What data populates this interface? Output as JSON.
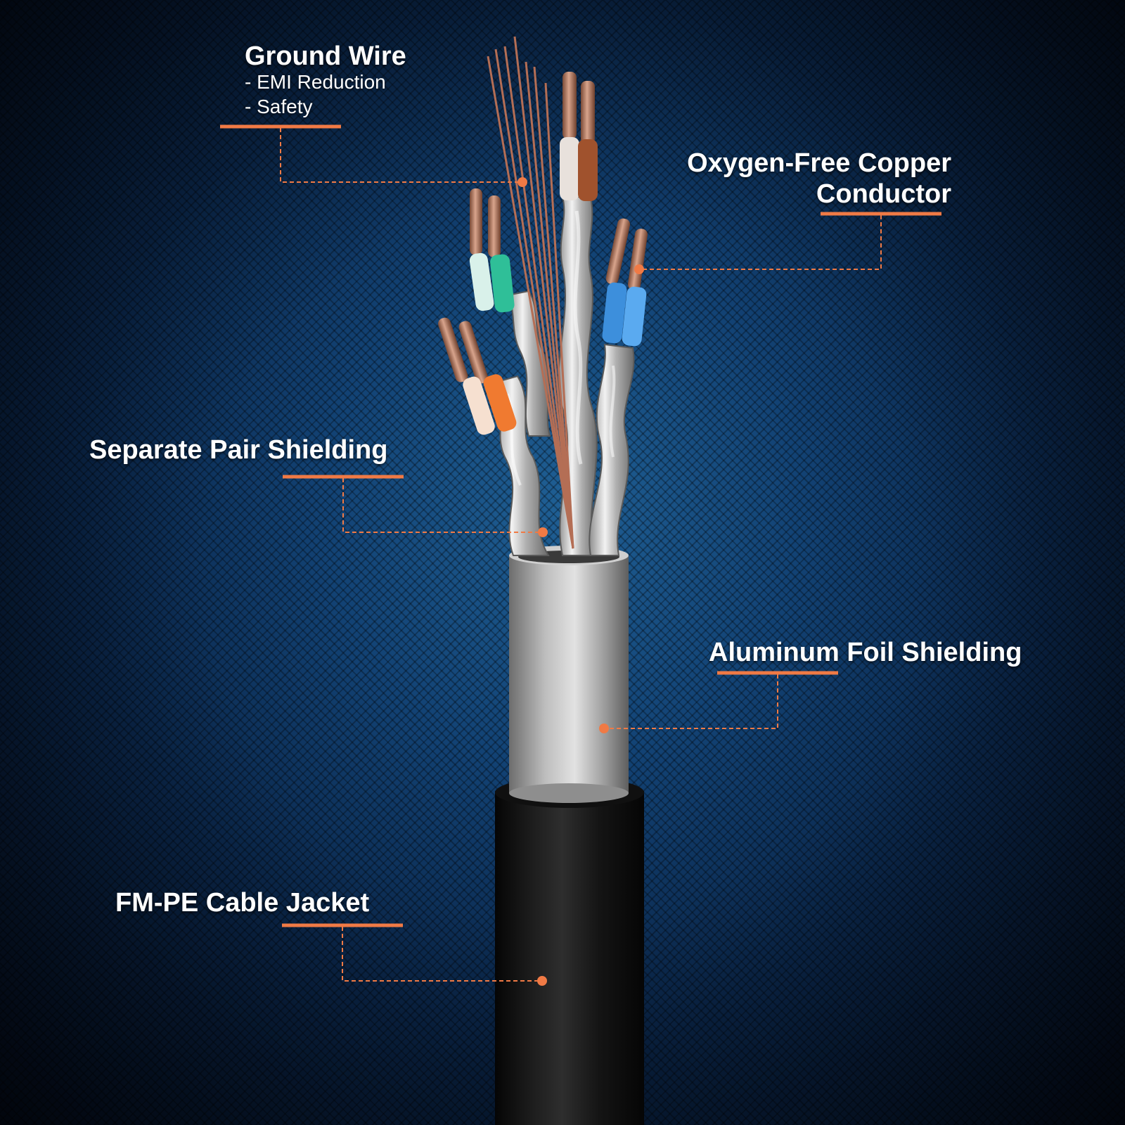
{
  "callouts": {
    "ground_wire": {
      "title": "Ground Wire",
      "bullets": [
        "- EMI Reduction",
        "- Safety"
      ]
    },
    "copper_conductor": {
      "title_line1": "Oxygen-Free Copper",
      "title_line2": "Conductor"
    },
    "pair_shielding": {
      "title": "Separate Pair Shielding"
    },
    "foil_shielding": {
      "title": "Aluminum Foil Shielding"
    },
    "cable_jacket": {
      "title": "FM-PE Cable Jacket"
    }
  },
  "colors": {
    "accent": "#f07a45",
    "background": "#124274",
    "pair_colors": [
      "#a0522d",
      "#2fbf98",
      "#3d8fdc",
      "#f07a30"
    ]
  }
}
